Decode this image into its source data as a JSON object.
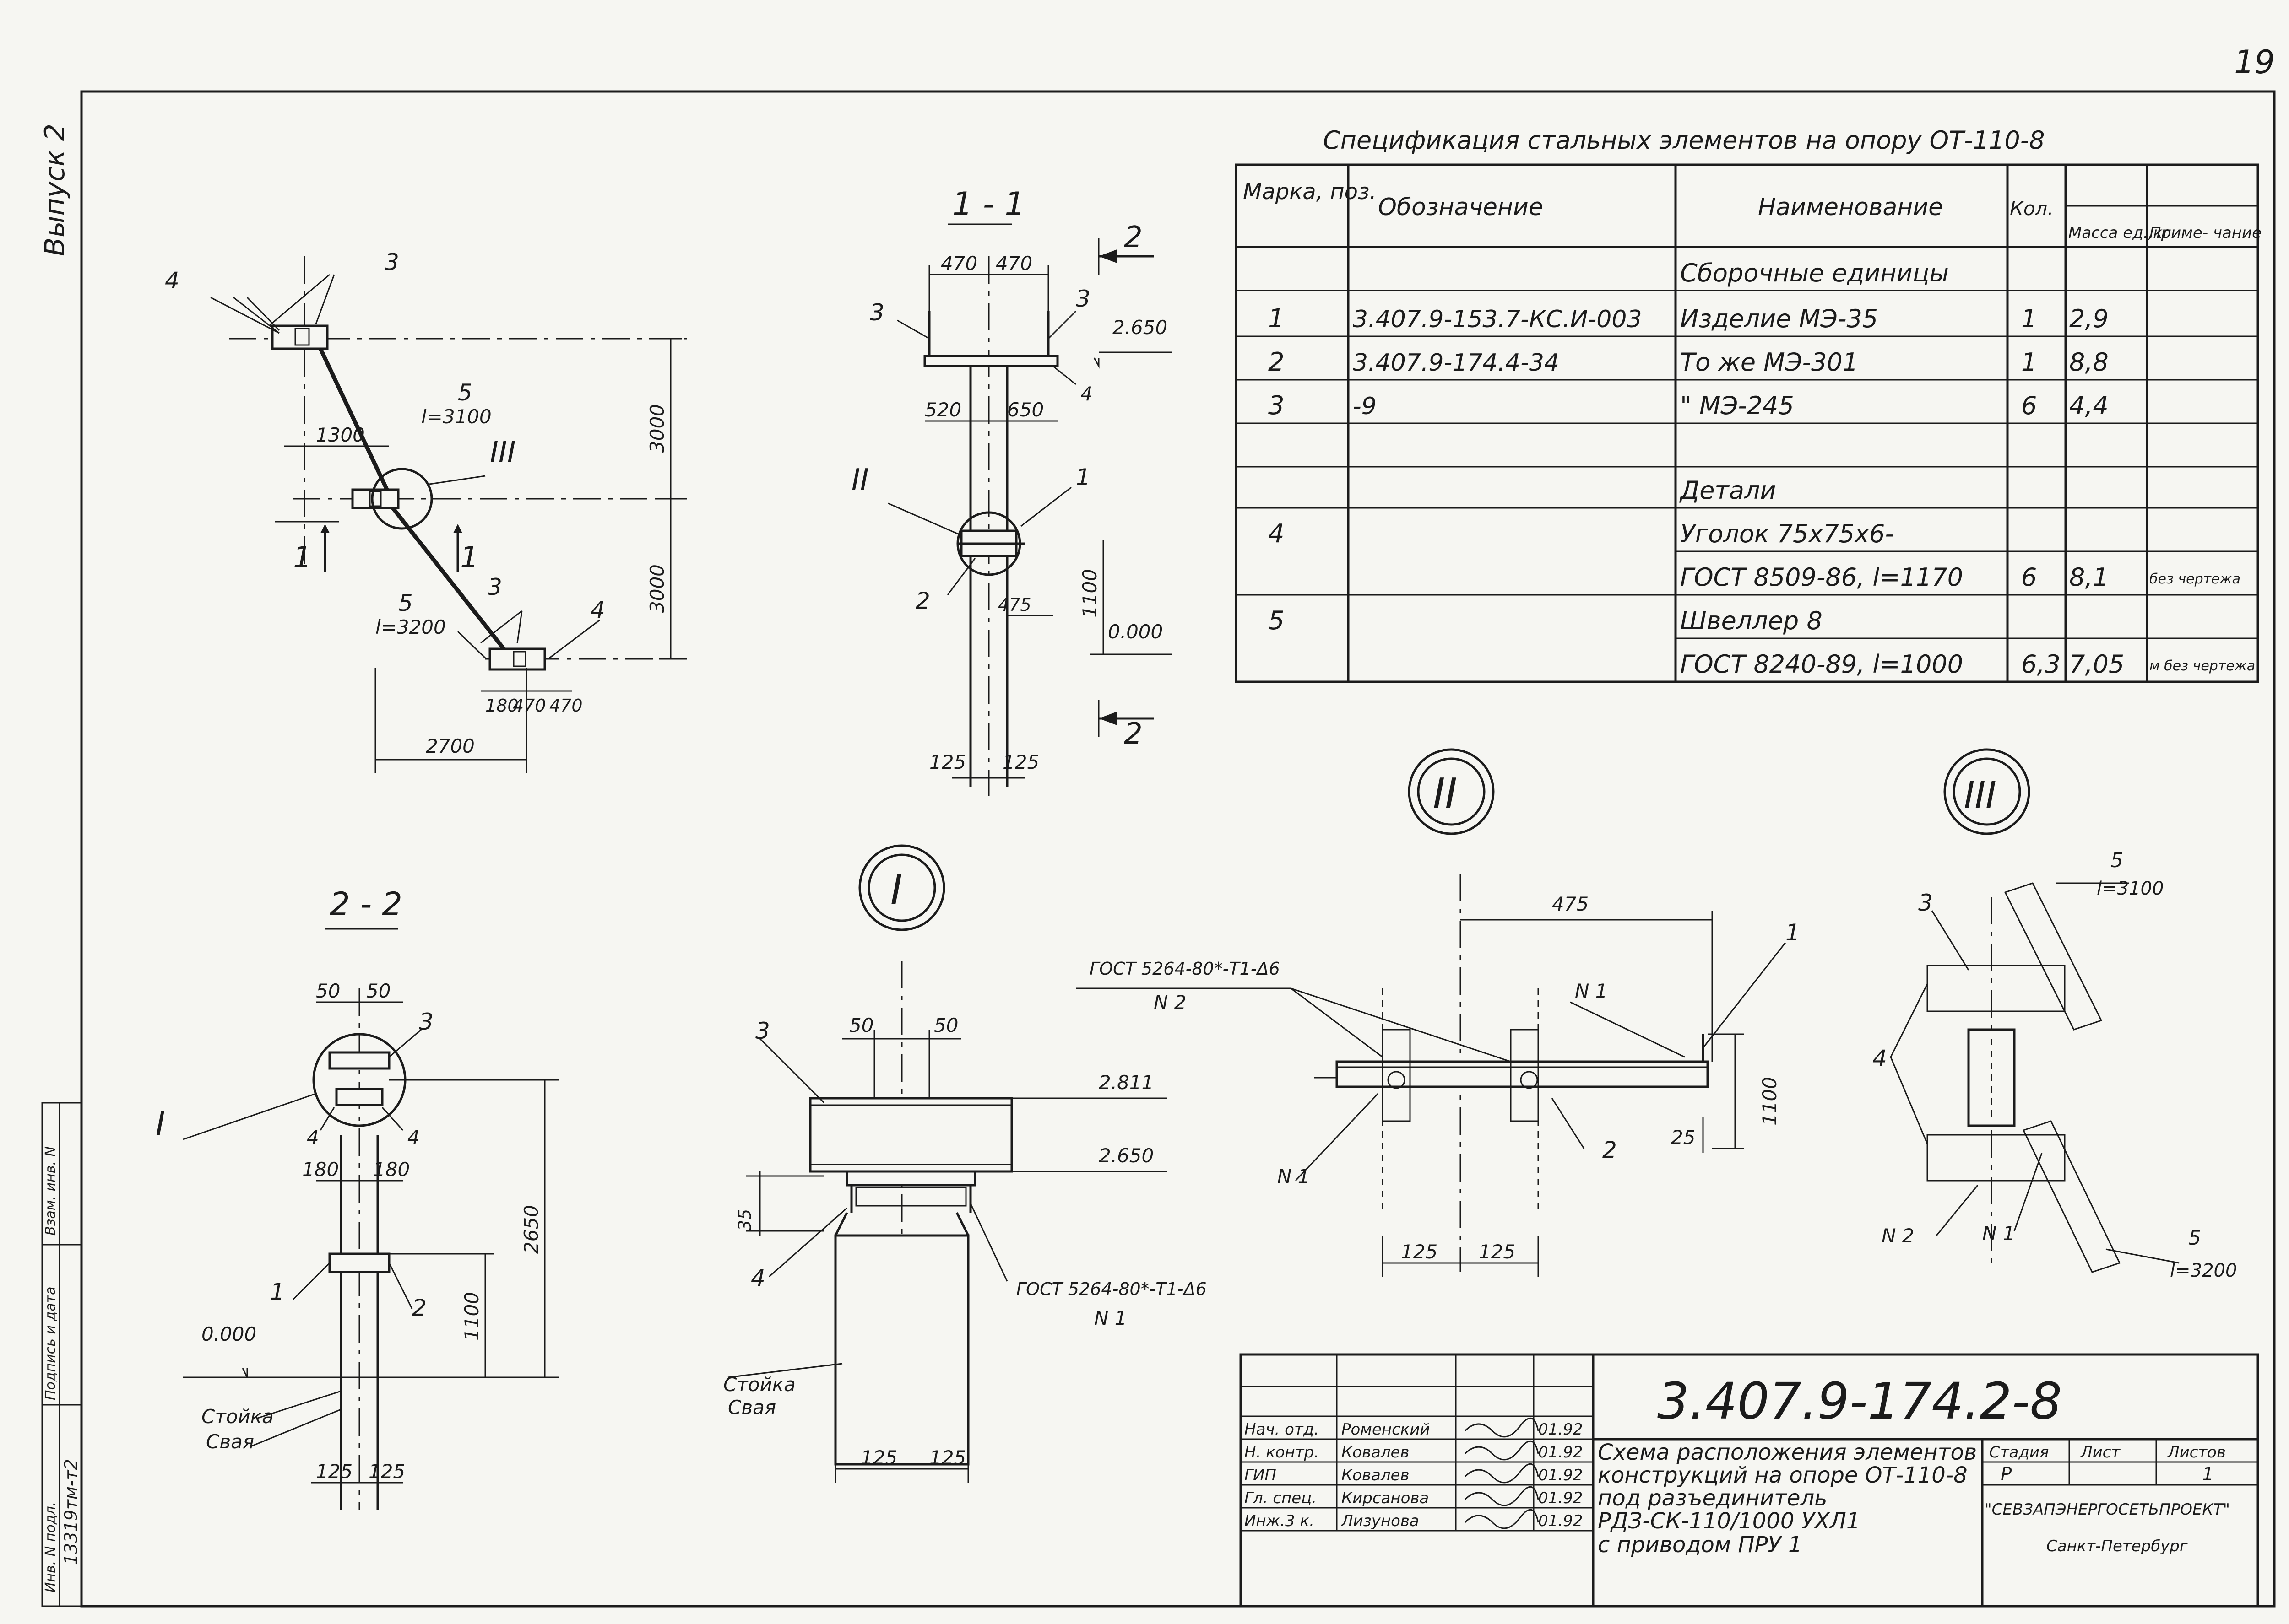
{
  "page_number": "19",
  "issue_label": "Выпуск 2",
  "spec": {
    "title": "Спецификация стальных элементов на опору  ОТ-110-8",
    "headers": [
      "Марка, поз.",
      "Обозначение",
      "Наименование",
      "Кол.",
      "Масса ед.,кг",
      "Приме- чание"
    ],
    "rows": [
      {
        "pos": "",
        "designation": "",
        "name": "Сборочные единицы",
        "qty": "",
        "mass": "",
        "note": ""
      },
      {
        "pos": "1",
        "designation": "3.407.9-153.7-КС.И-003",
        "name": "Изделие МЭ-35",
        "qty": "1",
        "mass": "2,9",
        "note": ""
      },
      {
        "pos": "2",
        "designation": "3.407.9-174.4-34",
        "name": "То же МЭ-301",
        "qty": "1",
        "mass": "8,8",
        "note": ""
      },
      {
        "pos": "3",
        "designation": "-9",
        "name": "\"   МЭ-245",
        "qty": "6",
        "mass": "4,4",
        "note": ""
      },
      {
        "pos": "",
        "designation": "",
        "name": "",
        "qty": "",
        "mass": "",
        "note": ""
      },
      {
        "pos": "",
        "designation": "",
        "name": "Детали",
        "qty": "",
        "mass": "",
        "note": ""
      },
      {
        "pos": "4",
        "designation": "",
        "name": "Уголок 75х75х6-",
        "qty": "",
        "mass": "",
        "note": ""
      },
      {
        "pos": "",
        "designation": "",
        "name": "ГОСТ 8509-86, l=1170",
        "qty": "6",
        "mass": "8,1",
        "note": "без чертежа"
      },
      {
        "pos": "5",
        "designation": "",
        "name": "Швеллер 8",
        "qty": "",
        "mass": "",
        "note": ""
      },
      {
        "pos": "",
        "designation": "",
        "name": "ГОСТ 8240-89, l=1000",
        "qty": "6,3",
        "mass": "7,05",
        "note": "м  без чертежа"
      }
    ]
  },
  "views": {
    "plan": {
      "pos_labels": [
        "4",
        "3",
        "5",
        "l=3100",
        "5",
        "l=3200",
        "3",
        "4",
        "III",
        "1",
        "1"
      ],
      "dims": [
        "1300",
        "3000",
        "3000",
        "180",
        "470",
        "470",
        "2700"
      ]
    },
    "section_1_1": {
      "title": "1 - 1",
      "pos_labels": [
        "3",
        "3",
        "4",
        "II",
        "1",
        "2",
        "2",
        "2"
      ],
      "dims": [
        "470",
        "470",
        "520",
        "650",
        "475",
        "1100",
        "125",
        "125"
      ],
      "levels": [
        "2.650",
        "0.000"
      ]
    },
    "section_2_2": {
      "title": "2 - 2",
      "pos_labels": [
        "3",
        "I",
        "4",
        "4",
        "1",
        "2"
      ],
      "dims": [
        "50",
        "50",
        "180",
        "180",
        "2650",
        "1100",
        "125",
        "125"
      ],
      "levels": [
        "0.000"
      ],
      "notes": [
        "Стойка",
        "Свая"
      ]
    },
    "detail_I": {
      "mark": "I",
      "pos_labels": [
        "3",
        "4"
      ],
      "dims": [
        "50",
        "50",
        "35",
        "125",
        "125"
      ],
      "levels": [
        "2.811",
        "2.650"
      ],
      "weld": "ГОСТ 5264-80*-Т1-Δ6",
      "weld_n": "N 1",
      "notes": [
        "Стойка",
        "Свая"
      ]
    },
    "detail_II": {
      "mark": "II",
      "pos_labels": [
        "1",
        "2",
        "N 1",
        "N 1"
      ],
      "dims": [
        "475",
        "1100",
        "25",
        "125",
        "125"
      ],
      "weld": "ГОСТ 5264-80*-Т1-Δ6",
      "weld_n": "N 2"
    },
    "detail_III": {
      "mark": "III",
      "pos_labels": [
        "5",
        "l=3100",
        "3",
        "4",
        "N 2",
        "N 1",
        "5",
        "l=3200"
      ]
    }
  },
  "title_block": {
    "code": "3.407.9-174.2-8",
    "description_lines": [
      "Схема расположения элементов",
      "конструкций на опоре ОТ-110-8",
      "под разъединитель",
      "РДЗ-СК-110/1000 УХЛ1",
      "с приводом ПРУ 1"
    ],
    "signatures": [
      {
        "role": "Нач. отд.",
        "name": "Роменский",
        "date": "01.92"
      },
      {
        "role": "Н. контр.",
        "name": "Ковалев",
        "date": "01.92"
      },
      {
        "role": "ГИП",
        "name": "Ковалев",
        "date": "01.92"
      },
      {
        "role": "Гл. спец.",
        "name": "Кирсанова",
        "date": "01.92"
      },
      {
        "role": "Инж.3 к.",
        "name": "Лизунова",
        "date": "01.92"
      }
    ],
    "stage_header": "Стадия",
    "sheet_header": "Лист",
    "sheets_header": "Листов",
    "stage": "Р",
    "sheets": "1",
    "org": "\"СЕВЗАПЭНЕРГОСЕТЬПРОЕКТ\"",
    "city": "Санкт-Петербург"
  },
  "side_stamp": {
    "inv": "13319тм-т2",
    "labels": [
      "Инв. N подл.",
      "Подпись и дата",
      "Взам. инв. N"
    ]
  }
}
